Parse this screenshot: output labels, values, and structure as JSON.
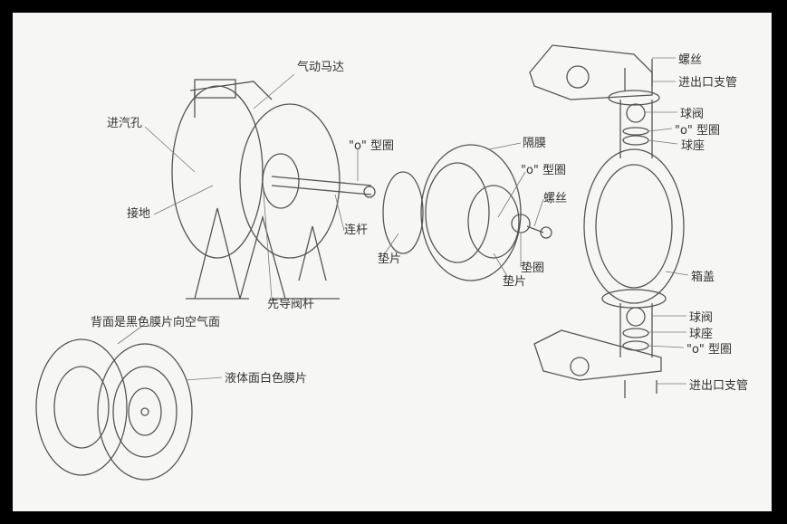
{
  "labels": {
    "air_motor": "气动马达",
    "air_inlet": "进汽孔",
    "o_ring_motor": "\"o\" 型圈",
    "ground": "接地",
    "connecting_rod": "连杆",
    "pilot_valve_rod": "先导阀杆",
    "diaphragm": "隔膜",
    "o_ring_diaphragm": "\"o\" 型圈",
    "screw_diaphragm": "螺丝",
    "gasket_left": "垫片",
    "washer": "垫圈",
    "gasket_mid": "垫片",
    "screw_top": "螺丝",
    "manifold_top": "进出口支管",
    "ball_valve_top": "球阀",
    "o_ring_top": "\"o\" 型圈",
    "ball_seat_top": "球座",
    "housing_cover": "箱盖",
    "ball_valve_bottom": "球阀",
    "ball_seat_bottom": "球座",
    "o_ring_bottom": "\"o\" 型圈",
    "manifold_bottom": "进出口支管",
    "back_black_diaphragm": "背面是黑色膜片向空气面",
    "liquid_white_diaphragm": "液体面白色膜片"
  }
}
